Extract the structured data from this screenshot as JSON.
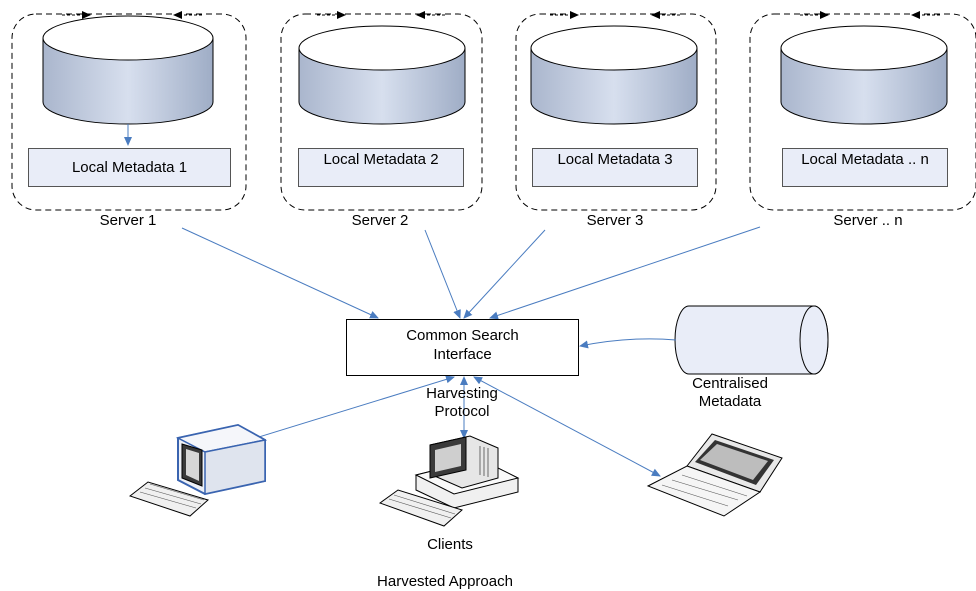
{
  "servers": [
    {
      "name": "Server 1",
      "metadata_label": "Local Metadata 1"
    },
    {
      "name": "Server 2",
      "metadata_label": "Local Metadata 2"
    },
    {
      "name": "Server 3",
      "metadata_label": "Local Metadata 3"
    },
    {
      "name": "Server .. n",
      "metadata_label": "Local Metadata .. n"
    }
  ],
  "central": {
    "search_interface": "Common Search Interface",
    "metadata_store": "Centralised Metadata",
    "protocol": "Harvesting Protocol"
  },
  "clients_label": "Clients",
  "caption": "Harvested Approach",
  "colors": {
    "arrow": "#4a7cc0",
    "cylinder_body": "#c3cde0",
    "cylinder_top": "#ffffff",
    "metadata_fill": "#e9edf8"
  },
  "icons": [
    "server-database-icon",
    "desktop-computer-icon",
    "workstation-computer-icon",
    "laptop-icon",
    "centralised-metadata-cylinder-icon"
  ]
}
